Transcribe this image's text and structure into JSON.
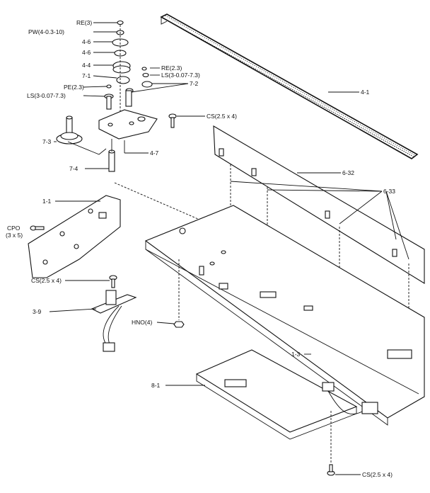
{
  "diagram": {
    "labels": {
      "re3": "RE(3)",
      "pw": "PW(4-0.3-10)",
      "l46a": "4-6",
      "l46b": "4-6",
      "l44": "4-4",
      "l71": "7-1",
      "pe": "PE(2.3)",
      "ls_left": "LS(3-0.07-7.3)",
      "re23": "RE(2.3)",
      "ls_right": "LS(3-0.07-7.3)",
      "l72": "7-2",
      "l41": "4-1",
      "cs_top": "CS(2.5 x 4)",
      "l73": "7-3",
      "l47": "4-7",
      "l74": "7-4",
      "l632": "6-32",
      "l633": "6-33",
      "l11": "1-1",
      "cpo": "CPO",
      "cpo_size": "(3 x 5)",
      "cs_mid": "CS(2.5 x 4)",
      "l39": "3-9",
      "hno": "HNO(4)",
      "l13": "1-3",
      "l81": "8-1",
      "cs_bottom": "CS(2.5 x 4)"
    }
  }
}
